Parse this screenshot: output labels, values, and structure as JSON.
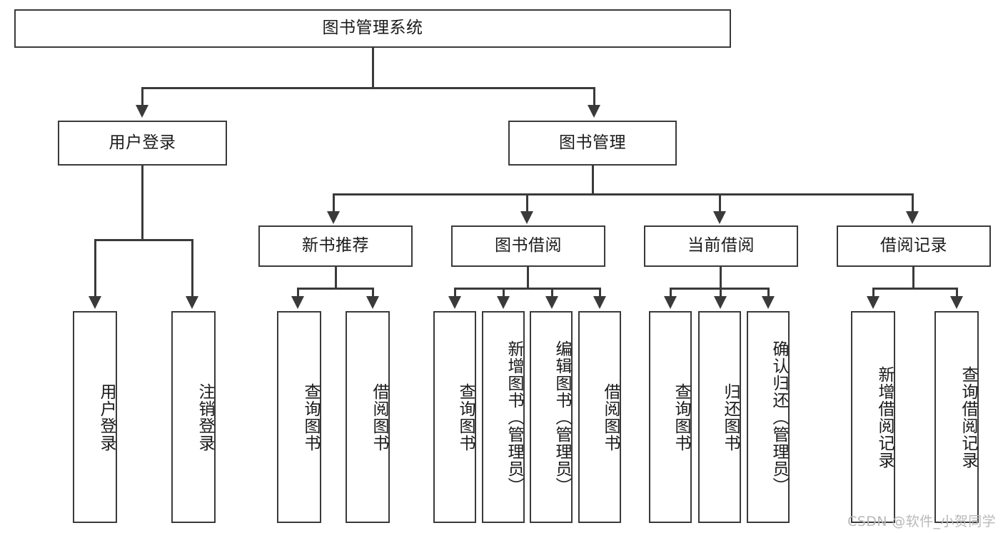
{
  "diagram": {
    "title": "图书管理系统",
    "type": "tree",
    "orientation": "top-down",
    "colors": {
      "stroke": "#3a3a3a",
      "fill": "#ffffff",
      "text": "#1a1a1a",
      "watermark": "#b9b9b9"
    },
    "nodes": {
      "root": {
        "label": "图书管理系统",
        "level": 1,
        "orientation": "horizontal"
      },
      "l2": [
        {
          "id": "user-login",
          "label": "用户登录",
          "level": 2,
          "orientation": "horizontal"
        },
        {
          "id": "book-manage",
          "label": "图书管理",
          "level": 2,
          "orientation": "horizontal"
        }
      ],
      "l3": [
        {
          "id": "new-book-rec",
          "label": "新书推荐",
          "level": 3,
          "orientation": "horizontal"
        },
        {
          "id": "book-borrow",
          "label": "图书借阅",
          "level": 3,
          "orientation": "horizontal"
        },
        {
          "id": "current-borrow",
          "label": "当前借阅",
          "level": 3,
          "orientation": "horizontal"
        },
        {
          "id": "borrow-record",
          "label": "借阅记录",
          "level": 3,
          "orientation": "horizontal"
        }
      ],
      "leaves": {
        "user_login": [
          {
            "id": "leaf-user-login",
            "label": "用户登录"
          },
          {
            "id": "leaf-user-logout",
            "label": "注销登录"
          }
        ],
        "new_book_rec": [
          {
            "id": "leaf-query-book-1",
            "label": "查询图书"
          },
          {
            "id": "leaf-borrow-book-1",
            "label": "借阅图书"
          }
        ],
        "book_borrow": [
          {
            "id": "leaf-query-book-2",
            "label": "查询图书"
          },
          {
            "id": "leaf-add-book",
            "label": "新增图书（管理员）"
          },
          {
            "id": "leaf-edit-book",
            "label": "编辑图书（管理员）"
          },
          {
            "id": "leaf-borrow-book-2",
            "label": "借阅图书"
          }
        ],
        "current_borrow": [
          {
            "id": "leaf-query-book-3",
            "label": "查询图书"
          },
          {
            "id": "leaf-return-book",
            "label": "归还图书"
          },
          {
            "id": "leaf-confirm-return",
            "label": "确认归还（管理员）"
          }
        ],
        "borrow_record": [
          {
            "id": "leaf-add-record",
            "label": "新增借阅记录"
          },
          {
            "id": "leaf-query-record",
            "label": "查询借阅记录"
          }
        ]
      }
    },
    "watermark": "CSDN @软件_小贺同学"
  }
}
